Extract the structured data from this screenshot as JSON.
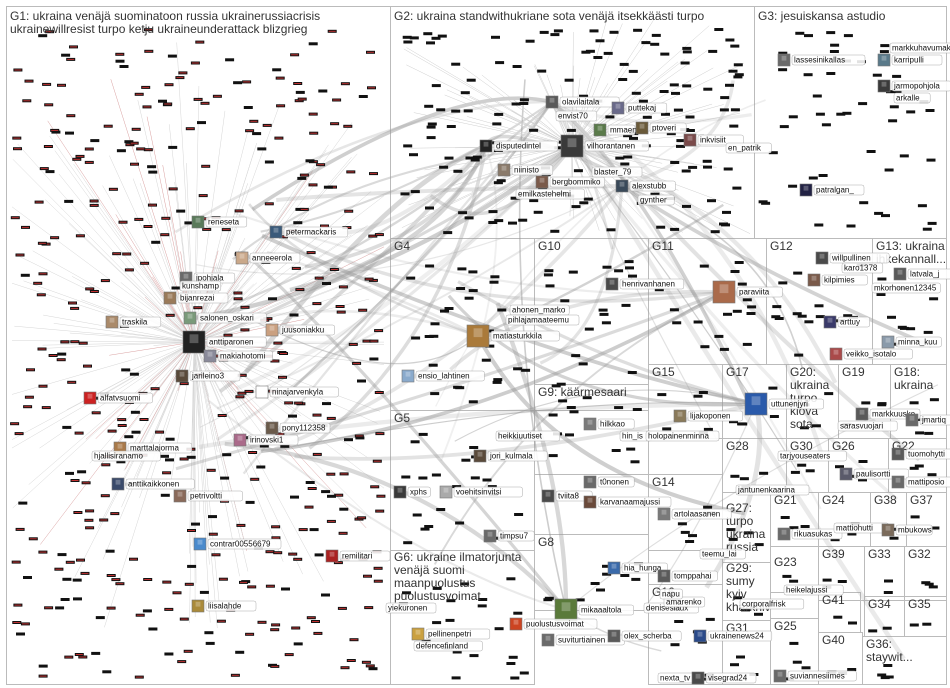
{
  "groups": [
    {
      "id": "G1",
      "lines": [
        "G1: ukraina venäjä suominatoon russia ukrainerussiacrisis",
        "ukrainewillresist turpo ketju ukraineunderattack blizgrieg"
      ]
    },
    {
      "id": "G2",
      "lines": [
        "G2: ukraina standwithukriane sota venäjä itsekkäästi turpo"
      ]
    },
    {
      "id": "G3",
      "lines": [
        "G3: jesuiskansa astudio"
      ]
    },
    {
      "id": "G4",
      "lines": [
        "G4"
      ]
    },
    {
      "id": "G10",
      "lines": [
        "G10"
      ]
    },
    {
      "id": "G11",
      "lines": [
        "G11"
      ]
    },
    {
      "id": "G12",
      "lines": [
        "G12"
      ]
    },
    {
      "id": "G13",
      "lines": [
        "G13: ukraina",
        "ihkekannall..."
      ]
    },
    {
      "id": "G5",
      "lines": [
        "G5"
      ]
    },
    {
      "id": "G9",
      "lines": [
        "G9: käärmesaari"
      ]
    },
    {
      "id": "G15",
      "lines": [
        "G15"
      ]
    },
    {
      "id": "G17",
      "lines": [
        "G17"
      ]
    },
    {
      "id": "G20",
      "lines": [
        "G20:",
        "ukraina",
        "turpo",
        "kiova",
        "sota"
      ]
    },
    {
      "id": "G19",
      "lines": [
        "G19"
      ]
    },
    {
      "id": "G18",
      "lines": [
        "G18:",
        "ukraina"
      ]
    },
    {
      "id": "G28",
      "lines": [
        "G28"
      ]
    },
    {
      "id": "G30",
      "lines": [
        "G30"
      ]
    },
    {
      "id": "G26",
      "lines": [
        "G26"
      ]
    },
    {
      "id": "G22",
      "lines": [
        "G22"
      ]
    },
    {
      "id": "G14",
      "lines": [
        "G14"
      ]
    },
    {
      "id": "G21",
      "lines": [
        "G21"
      ]
    },
    {
      "id": "G24",
      "lines": [
        "G24"
      ]
    },
    {
      "id": "G38",
      "lines": [
        "G38"
      ]
    },
    {
      "id": "G37",
      "lines": [
        "G37"
      ]
    },
    {
      "id": "G27",
      "lines": [
        "G27:",
        "turpo",
        "ukraina",
        "russia"
      ]
    },
    {
      "id": "G8",
      "lines": [
        "G8"
      ]
    },
    {
      "id": "G6",
      "lines": [
        "G6: ukraine ilmatorjunta",
        "venäjä suomi",
        "maanpuolustus",
        "puolustusvoimat"
      ]
    },
    {
      "id": "G29",
      "lines": [
        "G29:",
        "sumy",
        "kyiv",
        "kharkhiv"
      ]
    },
    {
      "id": "G39",
      "lines": [
        "G39"
      ]
    },
    {
      "id": "G33",
      "lines": [
        "G33"
      ]
    },
    {
      "id": "G32",
      "lines": [
        "G32"
      ]
    },
    {
      "id": "G23",
      "lines": [
        "G23"
      ]
    },
    {
      "id": "G16",
      "lines": [
        "G16"
      ]
    },
    {
      "id": "G41",
      "lines": [
        "G41"
      ]
    },
    {
      "id": "G34",
      "lines": [
        "G34"
      ]
    },
    {
      "id": "G35",
      "lines": [
        "G35"
      ]
    },
    {
      "id": "G25",
      "lines": [
        "G25"
      ]
    },
    {
      "id": "G31",
      "lines": [
        "G31"
      ]
    },
    {
      "id": "G40",
      "lines": [
        "G40"
      ]
    },
    {
      "id": "G36",
      "lines": [
        "G36:",
        "staywit..."
      ]
    }
  ],
  "nodes": [
    {
      "name": "reneseta",
      "group": "G1",
      "img": "#5a7a5a"
    },
    {
      "name": "petermackaris",
      "group": "G1",
      "img": "#3a5a7a"
    },
    {
      "name": "anneeerola",
      "group": "G1",
      "img": "#caa88a"
    },
    {
      "name": "jpohjala",
      "group": "G1",
      "img": "#6a6a6a"
    },
    {
      "name": "kunshamp",
      "group": "G1",
      "img": "#8a6a4a"
    },
    {
      "name": "bijanrezai",
      "group": "G1",
      "img": "#9a7a5a"
    },
    {
      "name": "salonen_oskari",
      "group": "G1",
      "img": "#7a9a7a"
    },
    {
      "name": "traskila",
      "group": "G1",
      "img": "#aa8a6a"
    },
    {
      "name": "anttiparonen",
      "group": "G1",
      "img": "#222222"
    },
    {
      "name": "juusoniakku",
      "group": "G1",
      "img": "#caa080"
    },
    {
      "name": "makiahotomi",
      "group": "G1",
      "img": "#8a8a9a"
    },
    {
      "name": "jarileino3",
      "group": "G1",
      "img": "#5a4a3a"
    },
    {
      "name": "ninajarvenkyla",
      "group": "G1",
      "img": "#ffffff"
    },
    {
      "name": "alfatvsuomi",
      "group": "G1",
      "img": "#cc2222"
    },
    {
      "name": "pony112358",
      "group": "G1",
      "img": "#6a5a4a"
    },
    {
      "name": "irinovski1",
      "group": "G1",
      "img": "#aa6a8a"
    },
    {
      "name": "marttalajorma",
      "group": "G1",
      "img": "#aa7a4a"
    },
    {
      "name": "hjallisiranamo",
      "group": "G1",
      "img": "#7a7a7a"
    },
    {
      "name": "anttikaikkonen",
      "group": "G1",
      "img": "#3a4a6a"
    },
    {
      "name": "petrivoltti",
      "group": "G1",
      "img": "#8a6a5a"
    },
    {
      "name": "contrar00556679",
      "group": "G1",
      "img": "#4a8acc"
    },
    {
      "name": "remilitari",
      "group": "G1",
      "img": "#aa2222"
    },
    {
      "name": "liisalahde",
      "group": "G1",
      "img": "#aa8a3a"
    },
    {
      "name": "olavilaitala",
      "group": "G2",
      "img": "#5a5a5a"
    },
    {
      "name": "puttekaj",
      "group": "G2",
      "img": "#6a6a8a"
    },
    {
      "name": "envist70",
      "group": "G2",
      "img": "#8a8a6a"
    },
    {
      "name": "disputedintel",
      "group": "G2",
      "img": "#222222"
    },
    {
      "name": "vilhorantanen",
      "group": "G2",
      "img": "#3a3a3a"
    },
    {
      "name": "mmaen",
      "group": "G2",
      "img": "#5a7a4a"
    },
    {
      "name": "ptoveri",
      "group": "G2",
      "img": "#6a5a3a"
    },
    {
      "name": "inkvisiit",
      "group": "G2",
      "img": "#7a4a4a"
    },
    {
      "name": "en_patrik",
      "group": "G2",
      "img": "#5a5a7a"
    },
    {
      "name": "niinisto",
      "group": "G2",
      "img": "#8a7a6a"
    },
    {
      "name": "bergbommiko",
      "group": "G2",
      "img": "#7a5a4a"
    },
    {
      "name": "emilkastehelmi",
      "group": "G2",
      "img": "#6a8a8a"
    },
    {
      "name": "blaster_79",
      "group": "G2",
      "img": "#444444"
    },
    {
      "name": "alexstubb",
      "group": "G2",
      "img": "#3a4a5a"
    },
    {
      "name": "gynther",
      "group": "G2",
      "img": "#7a7a7a"
    },
    {
      "name": "lassesinikallas",
      "group": "G3",
      "img": "#6a6a6a"
    },
    {
      "name": "markkuhavumaki",
      "group": "G3",
      "img": "#4a4a4a"
    },
    {
      "name": "karripulli",
      "group": "G3",
      "img": "#5a7a8a"
    },
    {
      "name": "jarmopohjola",
      "group": "G3",
      "img": "#3a3a3a"
    },
    {
      "name": "arkalle",
      "group": "G3",
      "img": "#8a6a5a"
    },
    {
      "name": "patralgan_",
      "group": "G3",
      "img": "#222244"
    },
    {
      "name": "ahonen_marko",
      "group": "G4",
      "img": "#6a6a6a"
    },
    {
      "name": "pihlajamaateemu",
      "group": "G4",
      "img": "#7a6a5a"
    },
    {
      "name": "matiasturkkila",
      "group": "G4",
      "img": "#aa7a3a"
    },
    {
      "name": "ensio_lahtinen",
      "group": "G4",
      "img": "#8aaacc"
    },
    {
      "name": "henrivanhanen",
      "group": "G11",
      "img": "#4a4a4a"
    },
    {
      "name": "paraviita",
      "group": "G11",
      "img": "#aa6a4a"
    },
    {
      "name": "willpullinen",
      "group": "G12",
      "img": "#4a4a4a"
    },
    {
      "name": "karo1378",
      "group": "G12",
      "img": "#6a6a6a"
    },
    {
      "name": "kilpimies",
      "group": "G12",
      "img": "#7a5a4a"
    },
    {
      "name": "arttuy",
      "group": "G12",
      "img": "#3a3a6a"
    },
    {
      "name": "latvala_j",
      "group": "G13",
      "img": "#5a5a5a"
    },
    {
      "name": "mkorhonen12345",
      "group": "G13",
      "img": "#4a6a8a"
    },
    {
      "name": "minna_kuu",
      "group": "G13",
      "img": "#8a9aaa"
    },
    {
      "name": "veikko_isotalo",
      "group": "G13",
      "img": "#aa4a4a"
    },
    {
      "name": "heikkiuutiset",
      "group": "G5",
      "img": "#ffffff"
    },
    {
      "name": "jori_kulmala",
      "group": "G5",
      "img": "#5a4a3a"
    },
    {
      "name": "hilkkao",
      "group": "G9",
      "img": "#7a7a7a"
    },
    {
      "name": "hin_is",
      "group": "G9",
      "img": "#6a6a6a"
    },
    {
      "name": "holopainenminna",
      "group": "G9",
      "img": "#5a5a5a"
    },
    {
      "name": "lijakoponen",
      "group": "G9",
      "img": "#8a7a5a"
    },
    {
      "name": "uttunenjyri",
      "group": "G17",
      "img": "#2a5aaa"
    },
    {
      "name": "sarasvuojari",
      "group": "G19",
      "img": "#7a7a7a"
    },
    {
      "name": "markkuusko",
      "group": "G19",
      "img": "#5a5a5a"
    },
    {
      "name": "jmartiq",
      "group": "G18",
      "img": "#6a6a6a"
    },
    {
      "name": "tuomohytti",
      "group": "G22",
      "img": "#5a5a5a"
    },
    {
      "name": "paulisortti",
      "group": "G26",
      "img": "#5a5a6a"
    },
    {
      "name": "mattiposio",
      "group": "G22",
      "img": "#6a6a6a"
    },
    {
      "name": "jantunenkaarina",
      "group": "G30",
      "img": "#5a5a5a"
    },
    {
      "name": "tarjyouseaters",
      "group": "G30",
      "img": "#7a6a5a"
    },
    {
      "name": "xphs",
      "group": "G5",
      "img": "#3a3a3a"
    },
    {
      "name": "voehitsinvitsi",
      "group": "G5",
      "img": "#aaaaaa"
    },
    {
      "name": "t0nonen",
      "group": "G14",
      "img": "#6a6a6a"
    },
    {
      "name": "tviita8",
      "group": "G14",
      "img": "#4a4a4a"
    },
    {
      "name": "karvanaamajussi",
      "group": "G14",
      "img": "#6a4a3a"
    },
    {
      "name": "artolaasanen",
      "group": "G14",
      "img": "#7a7a7a"
    },
    {
      "name": "timpsu7",
      "group": "G8",
      "img": "#6a6a6a"
    },
    {
      "name": "rikuasukas",
      "group": "G21",
      "img": "#6a6a6a"
    },
    {
      "name": "mattiohutti",
      "group": "G24",
      "img": "#5a5a5a"
    },
    {
      "name": "mbukows",
      "group": "G38",
      "img": "#7a6a5a"
    },
    {
      "name": "teemu_lai",
      "group": "G27",
      "img": "#5a5a5a"
    },
    {
      "name": "hia_hunga",
      "group": "G8",
      "img": "#3a6aaa"
    },
    {
      "name": "tomppahai",
      "group": "G8",
      "img": "#5a5a5a"
    },
    {
      "name": "heikelajussi",
      "group": "G23",
      "img": "#6a6a6a"
    },
    {
      "name": "corporalfrisk",
      "group": "G29",
      "img": "#5a5a5a"
    },
    {
      "name": "yiekuronen",
      "group": "G6",
      "img": "#6a6a6a"
    },
    {
      "name": "mikaaaltola",
      "group": "G16",
      "img": "#5a7a3a"
    },
    {
      "name": "pellinenpetri",
      "group": "G6",
      "img": "#caa040"
    },
    {
      "name": "defencefinland",
      "group": "G6",
      "img": "#caa040"
    },
    {
      "name": "puolustusvoimat",
      "group": "G6",
      "img": "#cc4422"
    },
    {
      "name": "suviturtiainen",
      "group": "G16",
      "img": "#6a6a6a"
    },
    {
      "name": "olex_scherba",
      "group": "G16",
      "img": "#5a5a5a"
    },
    {
      "name": "ukrainenews24",
      "group": "G31",
      "img": "#2a4a8a"
    },
    {
      "name": "suviannesiimes",
      "group": "G25",
      "img": "#6a6a6a"
    },
    {
      "name": "nexta_tv",
      "group": "G16",
      "img": "#222222"
    },
    {
      "name": "visegrad24",
      "group": "G16",
      "img": "#4a4a4a"
    },
    {
      "name": "denisesiaux",
      "group": "G16",
      "img": "#6a6a6a"
    },
    {
      "name": "amarenko",
      "group": "G16",
      "img": "#7a6a5a"
    },
    {
      "name": "napu",
      "group": "G16",
      "img": "#5a5a5a"
    }
  ]
}
